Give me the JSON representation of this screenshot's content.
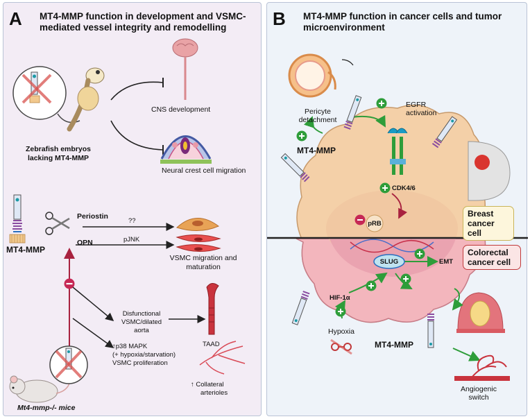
{
  "panel_a": {
    "letter": "A",
    "title_line1": "MT4-MMP function in development and VSMC-",
    "title_line2": "mediated vessel integrity and remodelling",
    "zebrafish_line1": "Zebrafish embryos",
    "zebrafish_line2": "lacking MT4-MMP",
    "cns": "CNS development",
    "neural_crest": "Neural crest cell migration",
    "mt4mmp": "MT4-MMP",
    "periostin": "Periostin",
    "opn": "OPN",
    "qq": "??",
    "pjnk": "pJNK",
    "vsmc_line1": "VSMC migration and",
    "vsmc_line2": "maturation",
    "disf_line1": "Disfunctional",
    "disf_line2": "VSMC/dilated",
    "disf_line3": "aorta",
    "taad": "TAAD",
    "p38_line1": "↑p38 MAPK",
    "p38_line2": "(+ hypoxia/starvation)",
    "p38_line3": "VSMC proliferation",
    "collateral_line1": "↑ Collateral",
    "collateral_line2": "arterioles",
    "mice": "Mt4-mmp-/- mice"
  },
  "panel_b": {
    "letter": "B",
    "title_line1": "MT4-MMP function in cancer cells and tumor",
    "title_line2": "microenvironment",
    "pericyte_line1": "Pericyte",
    "pericyte_line2": "detachment",
    "egfr_line1": "EGFR",
    "egfr_line2": "activation",
    "mt4mmp_top": "MT4-MMP",
    "cdk": "CDK4/6",
    "prb": "pRB",
    "breast_line1": "Breast",
    "breast_line2": "cancer cell",
    "colorectal_line1": "Colorectal",
    "colorectal_line2": "cancer cell",
    "slug": "SLUG",
    "emt": "EMT",
    "hif": "HIF-1α",
    "hypoxia": "Hypoxia",
    "mt4mmp_bottom": "MT4-MMP",
    "angio_line1": "Angiogenic",
    "angio_line2": "switch"
  },
  "colors": {
    "panel_a_bg": "#f3ecf5",
    "panel_b_bg": "#eef3f9",
    "activation_green": "#2e9d3a",
    "inhibition_red": "#c62855",
    "breast_box_fill": "#fdf6dc",
    "breast_box_border": "#c9b458",
    "colorectal_box_fill": "#fbe5e5",
    "colorectal_box_border": "#c0393b"
  }
}
